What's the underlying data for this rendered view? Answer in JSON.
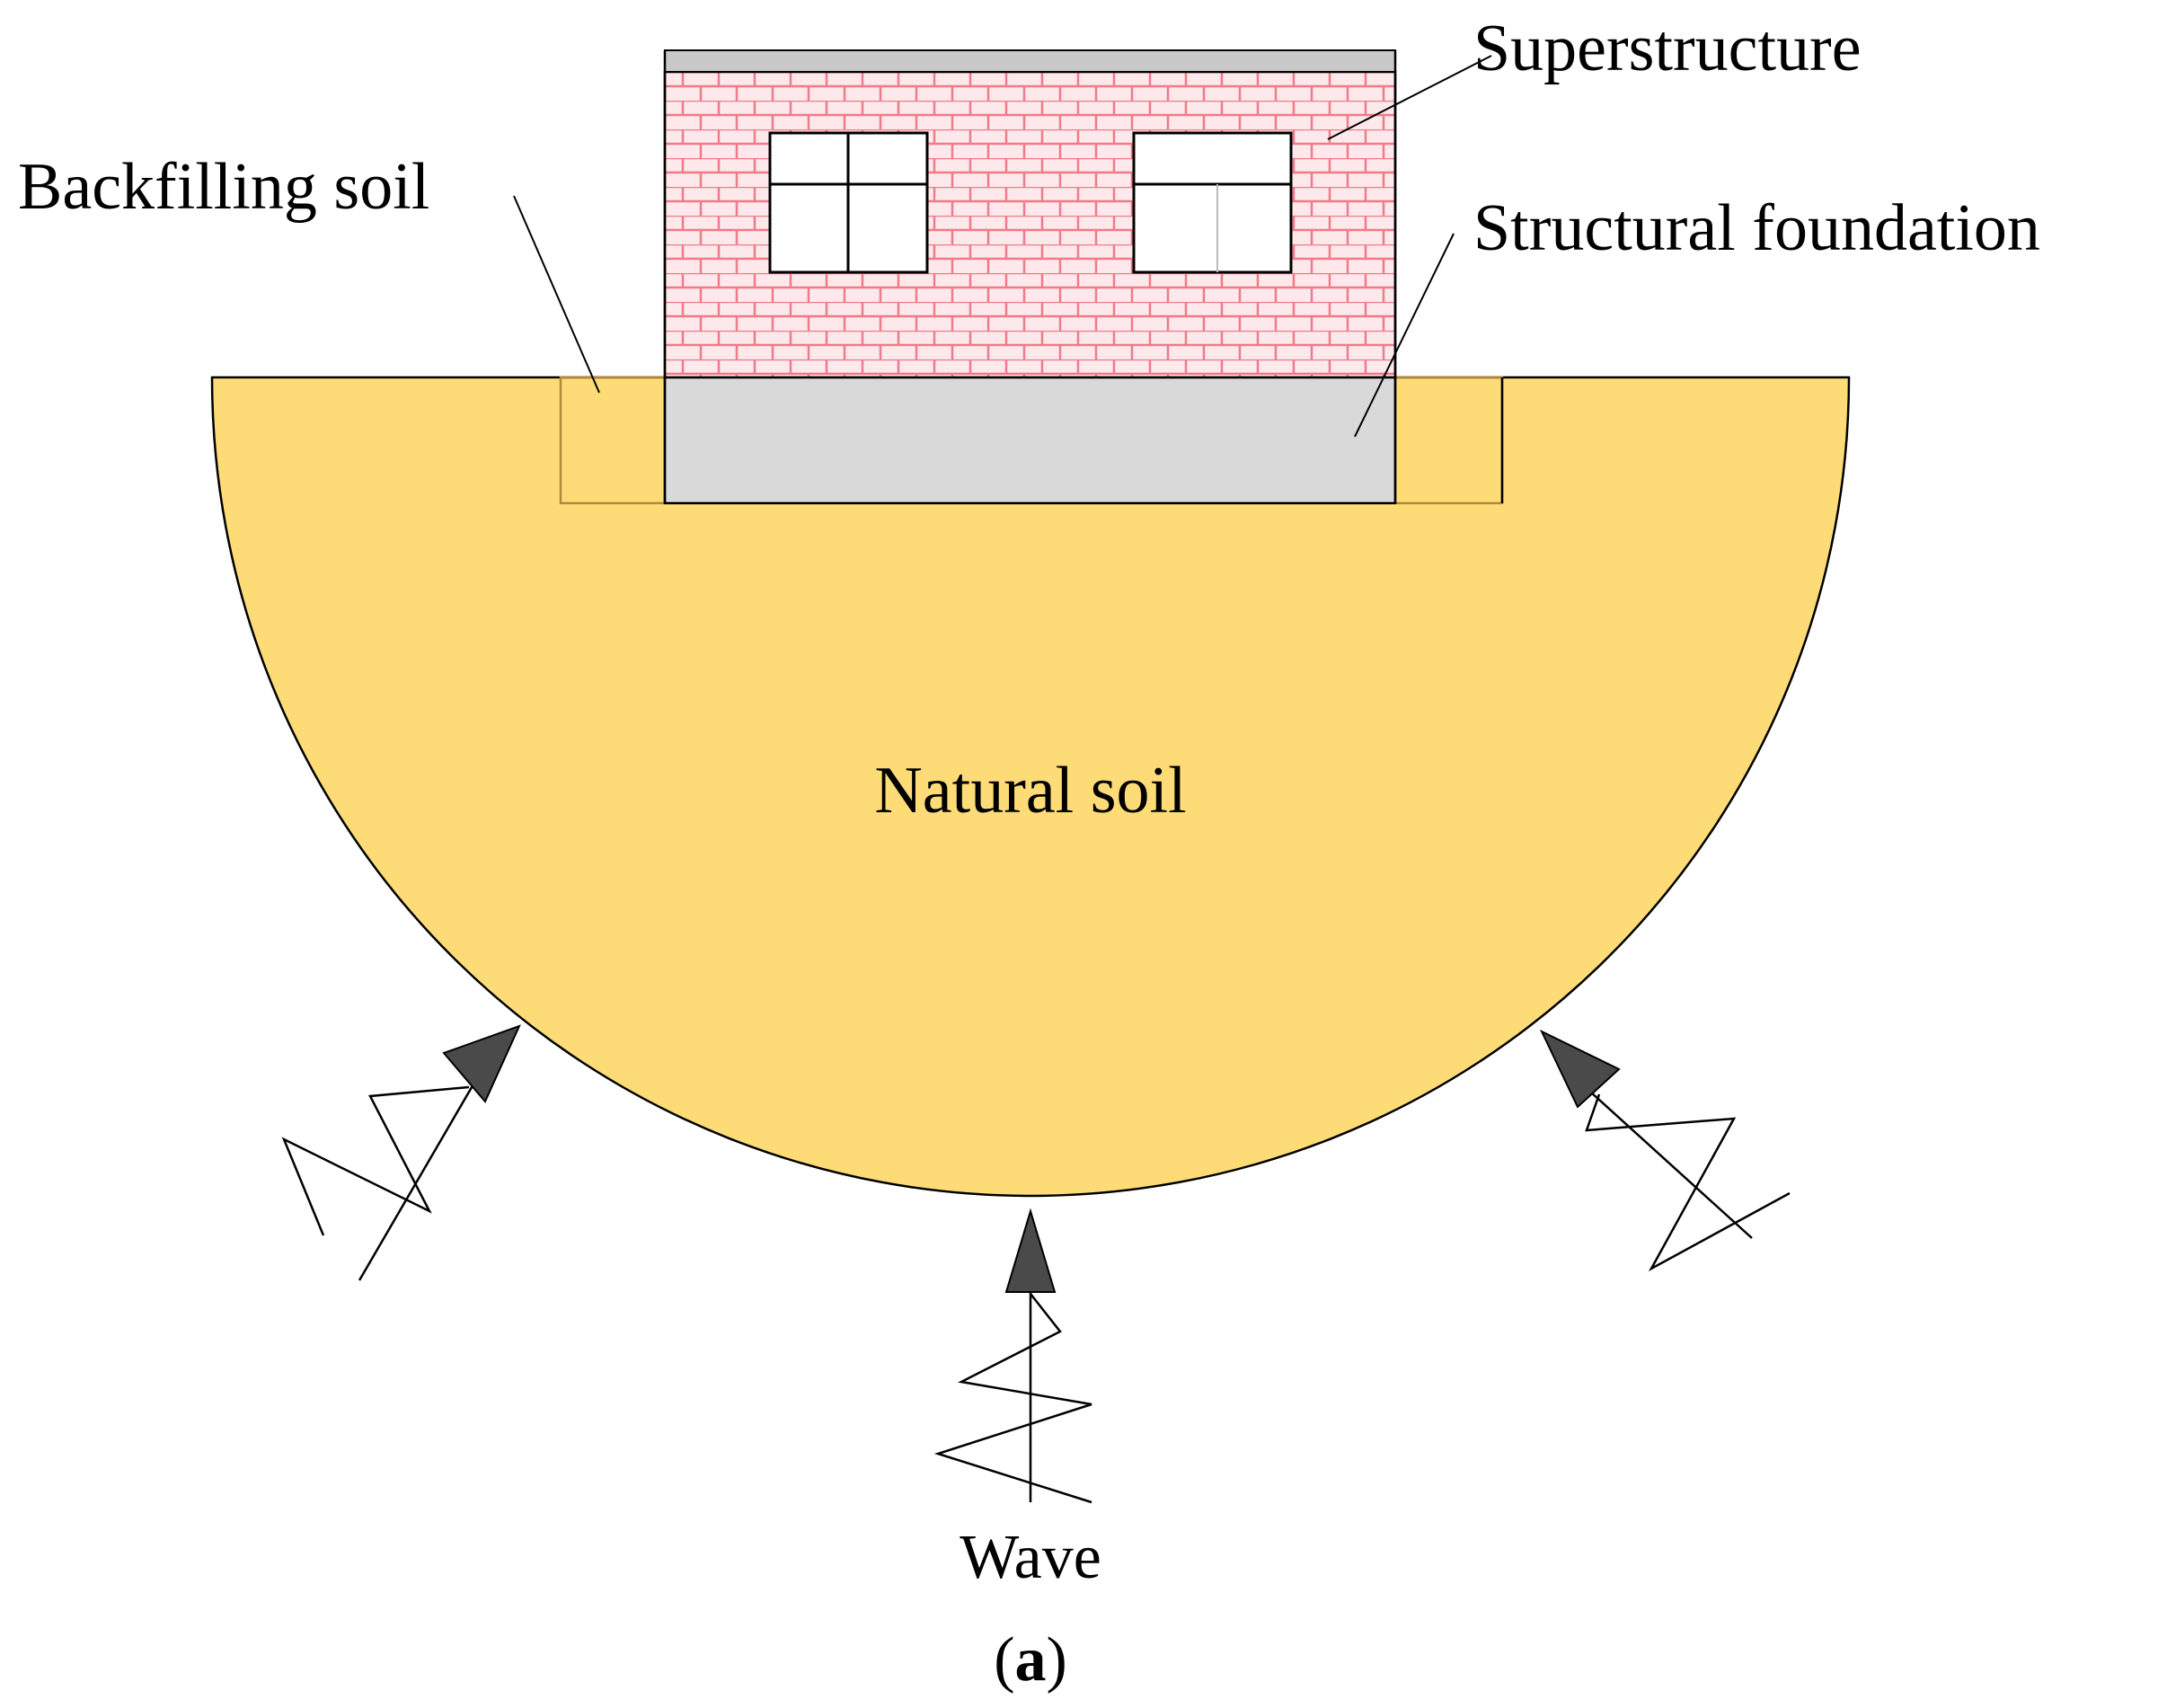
{
  "labels": {
    "superstructure": "Superstructure",
    "backfilling_soil": "Backfilling soil",
    "structural_foundation": "Structural foundation",
    "natural_soil": "Natural soil",
    "wave": "Wave",
    "caption_open": "(",
    "caption_letter": "a",
    "caption_close": ")"
  },
  "colors": {
    "natural_soil": "#fddc78",
    "backfill_outline": "#b08a3a",
    "foundation": "#d9d9d9",
    "roof": "#c8c8c8",
    "brick_fill": "#fde9ec",
    "mortar": "#f07a88",
    "window_fill": "#ffffff",
    "arrow": "#4a4a4a"
  }
}
